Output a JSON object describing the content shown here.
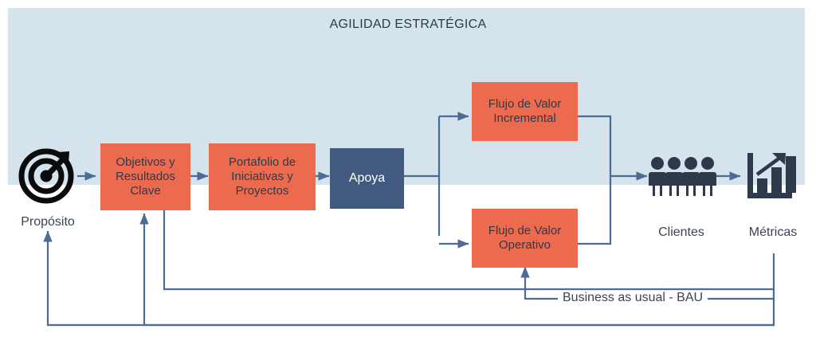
{
  "diagram": {
    "title": "AGILIDAD ESTRATÉGICA",
    "banner_color": "#D4E3EC",
    "accent_orange": "#EC6B4F",
    "accent_blue": "#415A7E",
    "line_color": "#4C6B96",
    "icon_dark": "#2E3A4B"
  },
  "nodes": {
    "purpose": {
      "label": "Propósito",
      "icon": "target-icon"
    },
    "okr": {
      "label": "Objetivos y Resultados Clave",
      "line1": "Objetivos y",
      "line2": "Resultados",
      "line3": "Clave",
      "color": "#EC6B4F"
    },
    "portfolio": {
      "label": "Portafolio de Iniciativas y Proyectos",
      "line1": "Portafolio de",
      "line2": "Iniciativas y",
      "line3": "Proyectos",
      "color": "#EC6B4F"
    },
    "support": {
      "label": "Apoya",
      "color": "#415A7E"
    },
    "value_stream_incremental": {
      "label": "Flujo de Valor Incremental",
      "line1": "Flujo de Valor",
      "line2": "Incremental",
      "color": "#EC6B4F"
    },
    "value_stream_operative": {
      "label": "Flujo de Valor Operativo",
      "line1": "Flujo de Valor",
      "line2": "Operativo",
      "color": "#EC6B4F"
    },
    "clients": {
      "label": "Clientes",
      "icon": "people-group-icon"
    },
    "metrics": {
      "label": "Métricas",
      "icon": "bar-chart-growth-icon"
    }
  },
  "annotations": {
    "bau": "Business as usual - BAU"
  }
}
